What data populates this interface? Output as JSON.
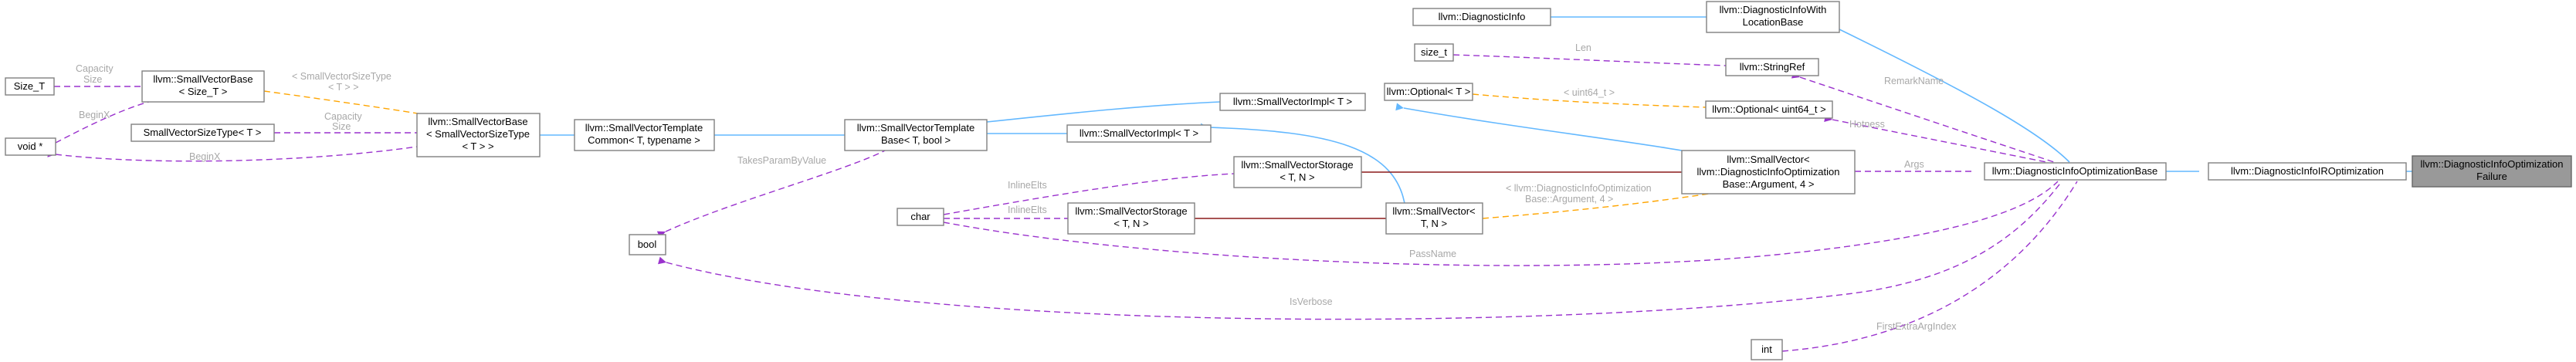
{
  "nodes": {
    "focus": [
      "llvm::DiagnosticInfoOptimization",
      "Failure"
    ],
    "ir_optimization": [
      "llvm::DiagnosticInfoIROptimization"
    ],
    "optimization_base": [
      "llvm::DiagnosticInfoOptimizationBase"
    ],
    "with_location_base": [
      "llvm::DiagnosticInfoWith",
      "LocationBase"
    ],
    "diagnostic_info": [
      "llvm::DiagnosticInfo"
    ],
    "string_ref": [
      "llvm::StringRef"
    ],
    "size_t_lower": [
      "size_t"
    ],
    "optional_t": [
      "llvm::Optional< T >"
    ],
    "optional_u64": [
      "llvm::Optional< uint64_t >"
    ],
    "small_vector_arg": [
      "llvm::SmallVector<",
      "llvm::DiagnosticInfoOptimization",
      "Base::Argument, 4 >"
    ],
    "small_vector_impl_top": [
      "llvm::SmallVectorImpl< T >"
    ],
    "small_vector_impl_mid": [
      "llvm::SmallVectorImpl< T >"
    ],
    "small_vector_template_base": [
      "llvm::SmallVectorTemplate",
      "Base< T, bool >"
    ],
    "small_vector_template_common": [
      "llvm::SmallVectorTemplate",
      "Common< T, typename >"
    ],
    "small_vector_base_t": [
      "llvm::SmallVectorBase",
      "< SmallVectorSizeType",
      "< T > >"
    ],
    "small_vector_base_size": [
      "llvm::SmallVectorBase",
      "< Size_T >"
    ],
    "size_t_upper": [
      "Size_T"
    ],
    "void_ptr": [
      "void *"
    ],
    "small_vector_size_type": [
      "SmallVectorSizeType< T >"
    ],
    "small_vector_storage_top": [
      "llvm::SmallVectorStorage",
      "< T, N >"
    ],
    "small_vector_storage_mid": [
      "llvm::SmallVectorStorage",
      "< T, N >"
    ],
    "small_vector_tn": [
      "llvm::SmallVector<",
      "T, N >"
    ],
    "char": [
      "char"
    ],
    "bool": [
      "bool"
    ],
    "int": [
      "int"
    ]
  },
  "edge_labels": {
    "remark_name": "RemarkName",
    "pass_name": "PassName",
    "hotness": "Hotness",
    "args": "Args",
    "is_verbose": "IsVerbose",
    "first_extra_arg_index": "FirstExtraArgIndex",
    "len": "Len",
    "uint64": "< uint64_t >",
    "argument_4": [
      "< llvm::DiagnosticInfoOptimization",
      "Base::Argument, 4 >"
    ],
    "inline_elts_top": "InlineElts",
    "inline_elts_mid": "InlineElts",
    "takes_param_by_value": "TakesParamByValue",
    "capacity_size_top": [
      "Capacity",
      "Size"
    ],
    "begin_x_top": "BeginX",
    "begin_x_bottom": "BeginX",
    "capacity_size_mid": [
      "Capacity",
      "Size"
    ],
    "size_type_tpl": [
      "< SmallVectorSizeType",
      "< T > >"
    ]
  },
  "legend_colors": {
    "public_inheritance": "#63b8ff",
    "usage": "#9a32cd",
    "template_instance": "#ffa500",
    "private_inheritance": "#8b1a1a",
    "focus_fill": "#999999"
  }
}
